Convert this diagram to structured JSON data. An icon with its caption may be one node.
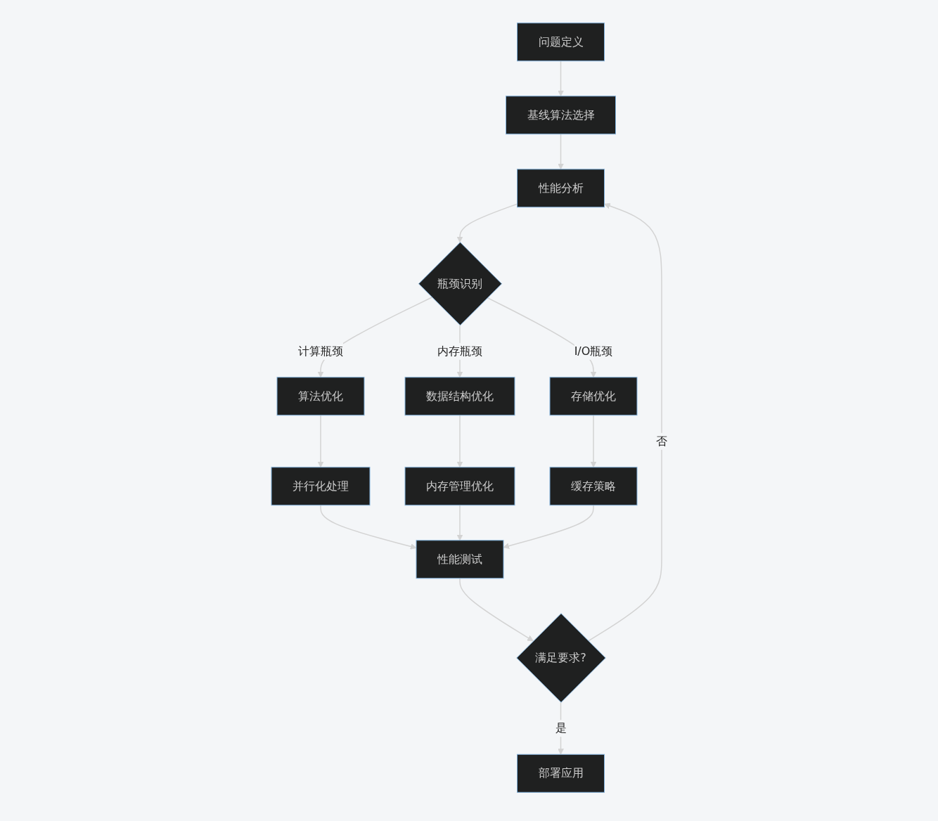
{
  "diagram": {
    "nodes": [
      {
        "text": [
          "问题定义"
        ]
      },
      {
        "text": [
          "基线算法选择"
        ]
      },
      {
        "text": [
          "性能分析"
        ]
      },
      {
        "text": [
          "瓶颈识别"
        ]
      },
      {
        "text": [
          "算法优化"
        ]
      },
      {
        "text": [
          "数据结构优化"
        ]
      },
      {
        "text": [
          "存储优化"
        ]
      },
      {
        "text": [
          "并行化处理"
        ]
      },
      {
        "text": [
          "内存管理优化"
        ]
      },
      {
        "text": [
          "缓存策略"
        ]
      },
      {
        "text": [
          "性能测试"
        ]
      },
      {
        "text": [
          "满足要求?"
        ]
      },
      {
        "text": [
          "部署应用"
        ]
      }
    ],
    "edges": [
      {
        "from": 0,
        "to": 1,
        "arrow": "to"
      },
      {
        "from": 1,
        "to": 2,
        "arrow": "to"
      },
      {
        "from": 2,
        "to": 3,
        "arrow": "to"
      },
      {
        "from": 3,
        "to": 4,
        "arrow": "to",
        "label": "计算瓶颈"
      },
      {
        "from": 3,
        "to": 5,
        "arrow": "to",
        "label": "内存瓶颈"
      },
      {
        "from": 3,
        "to": 6,
        "arrow": "to",
        "label": "I/O瓶颈"
      },
      {
        "from": 4,
        "to": 7,
        "arrow": "to"
      },
      {
        "from": 5,
        "to": 8,
        "arrow": "to"
      },
      {
        "from": 6,
        "to": 9,
        "arrow": "to"
      },
      {
        "from": 7,
        "to": 10,
        "arrow": "to"
      },
      {
        "from": 8,
        "to": 10,
        "arrow": "to"
      },
      {
        "from": 9,
        "to": 10,
        "arrow": "to"
      },
      {
        "from": 10,
        "to": 11,
        "arrow": "to"
      },
      {
        "from": 11,
        "to": 12,
        "arrow": "to",
        "label": "是"
      },
      {
        "from": 11,
        "to": 2,
        "arrow": "to",
        "label": "否"
      }
    ]
  }
}
